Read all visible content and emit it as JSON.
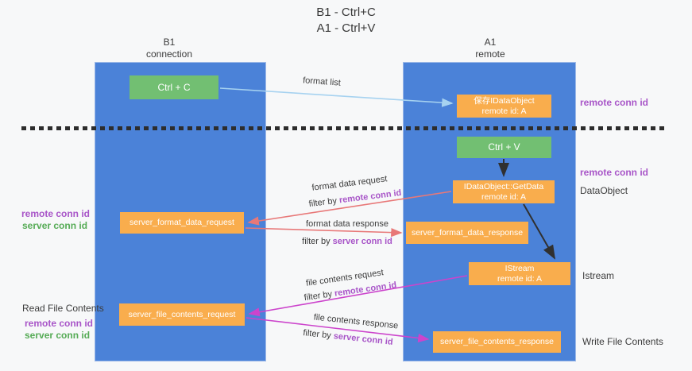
{
  "title": {
    "line1": "B1 - Ctrl+C",
    "line2": "A1 - Ctrl+V"
  },
  "columns": {
    "left": {
      "header_line1": "B1",
      "header_line2": "connection"
    },
    "right": {
      "header_line1": "A1",
      "header_line2": "remote"
    }
  },
  "nodes": {
    "ctrl_c": "Ctrl + C",
    "ctrl_v": "Ctrl + V",
    "save_idataobject": {
      "line1": "保存IDataObject",
      "line2": "remote id: A"
    },
    "getdata": {
      "line1": "IDataObject::GetData",
      "line2": "remote id: A"
    },
    "istream": {
      "line1": "IStream",
      "line2": "remote id: A"
    },
    "server_format_data_request": "server_format_data_request",
    "server_format_data_response": "server_format_data_response",
    "server_file_contents_request": "server_file_contents_request",
    "server_file_contents_response": "server_file_contents_response"
  },
  "arrow_labels": {
    "format_list": "format list",
    "format_data_request": "format data request",
    "format_data_response": "format data response",
    "file_contents_request": "file contents request",
    "file_contents_response": "file contents response",
    "filter_by": "filter by ",
    "remote_conn_id": "remote conn id",
    "server_conn_id": "server conn id"
  },
  "side_labels": {
    "remote_conn_id": "remote conn id",
    "server_conn_id": "server conn id",
    "dataobject": "DataObject",
    "istream": "Istream",
    "read_file_contents": "Read File Contents",
    "write_file_contents": "Write File Contents"
  },
  "colors": {
    "background": "#f7f8f9",
    "column_blue": "#4b82d8",
    "node_green": "#72bf72",
    "node_orange": "#f9ad4d",
    "arrow_light_blue": "#a6d2f0",
    "arrow_red": "#e87878",
    "arrow_magenta": "#cc44cc",
    "arrow_black": "#303030",
    "text_purple": "#a855c8",
    "text_green": "#55ab55",
    "dash_line": "#2d2d2d"
  }
}
